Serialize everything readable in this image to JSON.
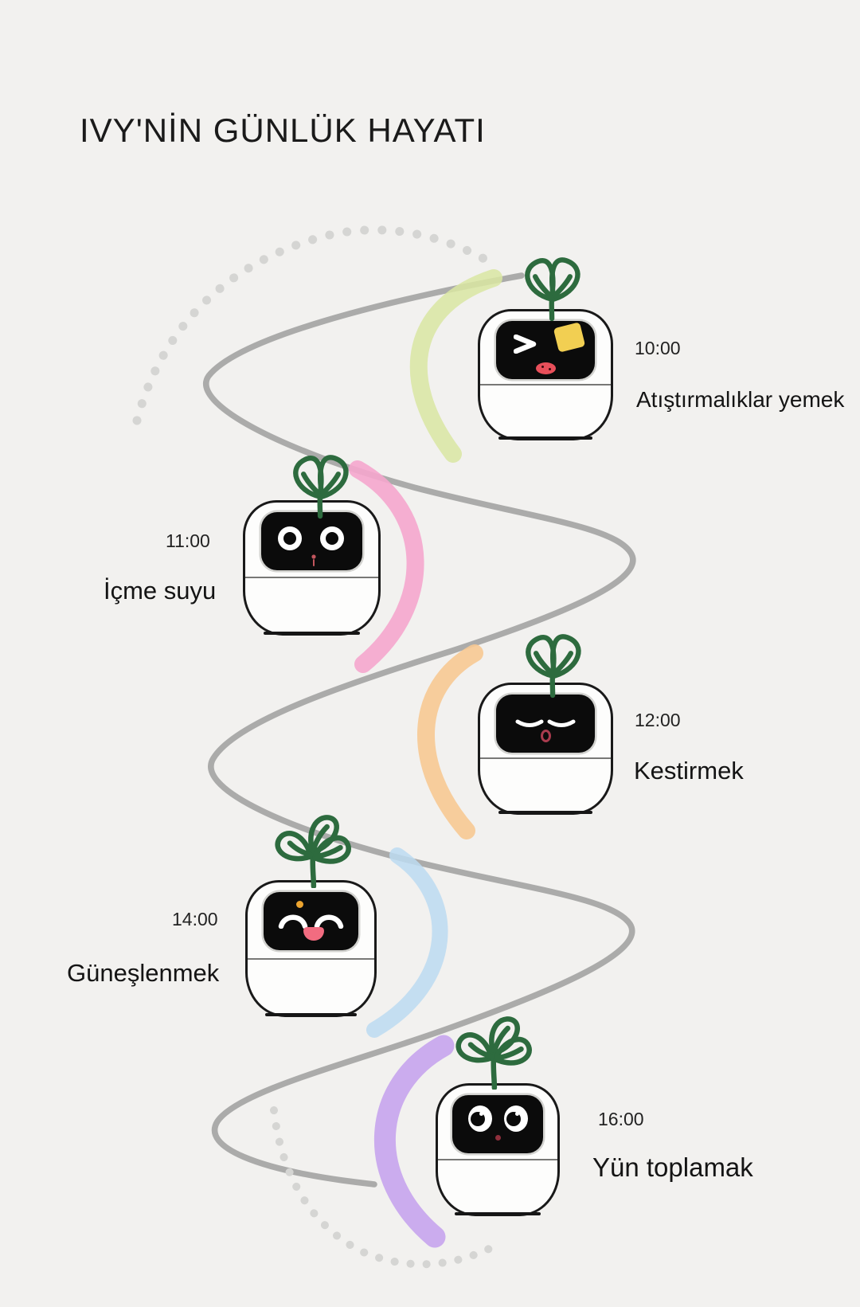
{
  "page": {
    "title": "IVY'NİN GÜNLÜK HAYATI"
  },
  "timeline": [
    {
      "time": "10:00",
      "activity": "Atıştırmalıklar yemek",
      "expression": "winking-while-snacking",
      "arc_color": "#d9e6a2",
      "leaf_count": 2
    },
    {
      "time": "11:00",
      "activity": "İçme suyu",
      "expression": "wide-open-eyes",
      "arc_color": "#f5a6cd",
      "leaf_count": 2
    },
    {
      "time": "12:00",
      "activity": "Kestirmek",
      "expression": "sleeping-closed-eyes",
      "arc_color": "#f7c992",
      "leaf_count": 2
    },
    {
      "time": "14:00",
      "activity": "Güneşlenmek",
      "expression": "happy-smile",
      "arc_color": "#bcdaf1",
      "leaf_count": 3
    },
    {
      "time": "16:00",
      "activity": "Yün toplamak",
      "expression": "side-glancing-eyes",
      "arc_color": "#c6a4ed",
      "leaf_count": 3
    }
  ],
  "colors": {
    "background": "#f2f1ef",
    "path_gray": "#a6a6a5",
    "dots_gray": "#d5d5d3",
    "leaf_green": "#2d6b3e",
    "text": "#1d1d1d"
  }
}
